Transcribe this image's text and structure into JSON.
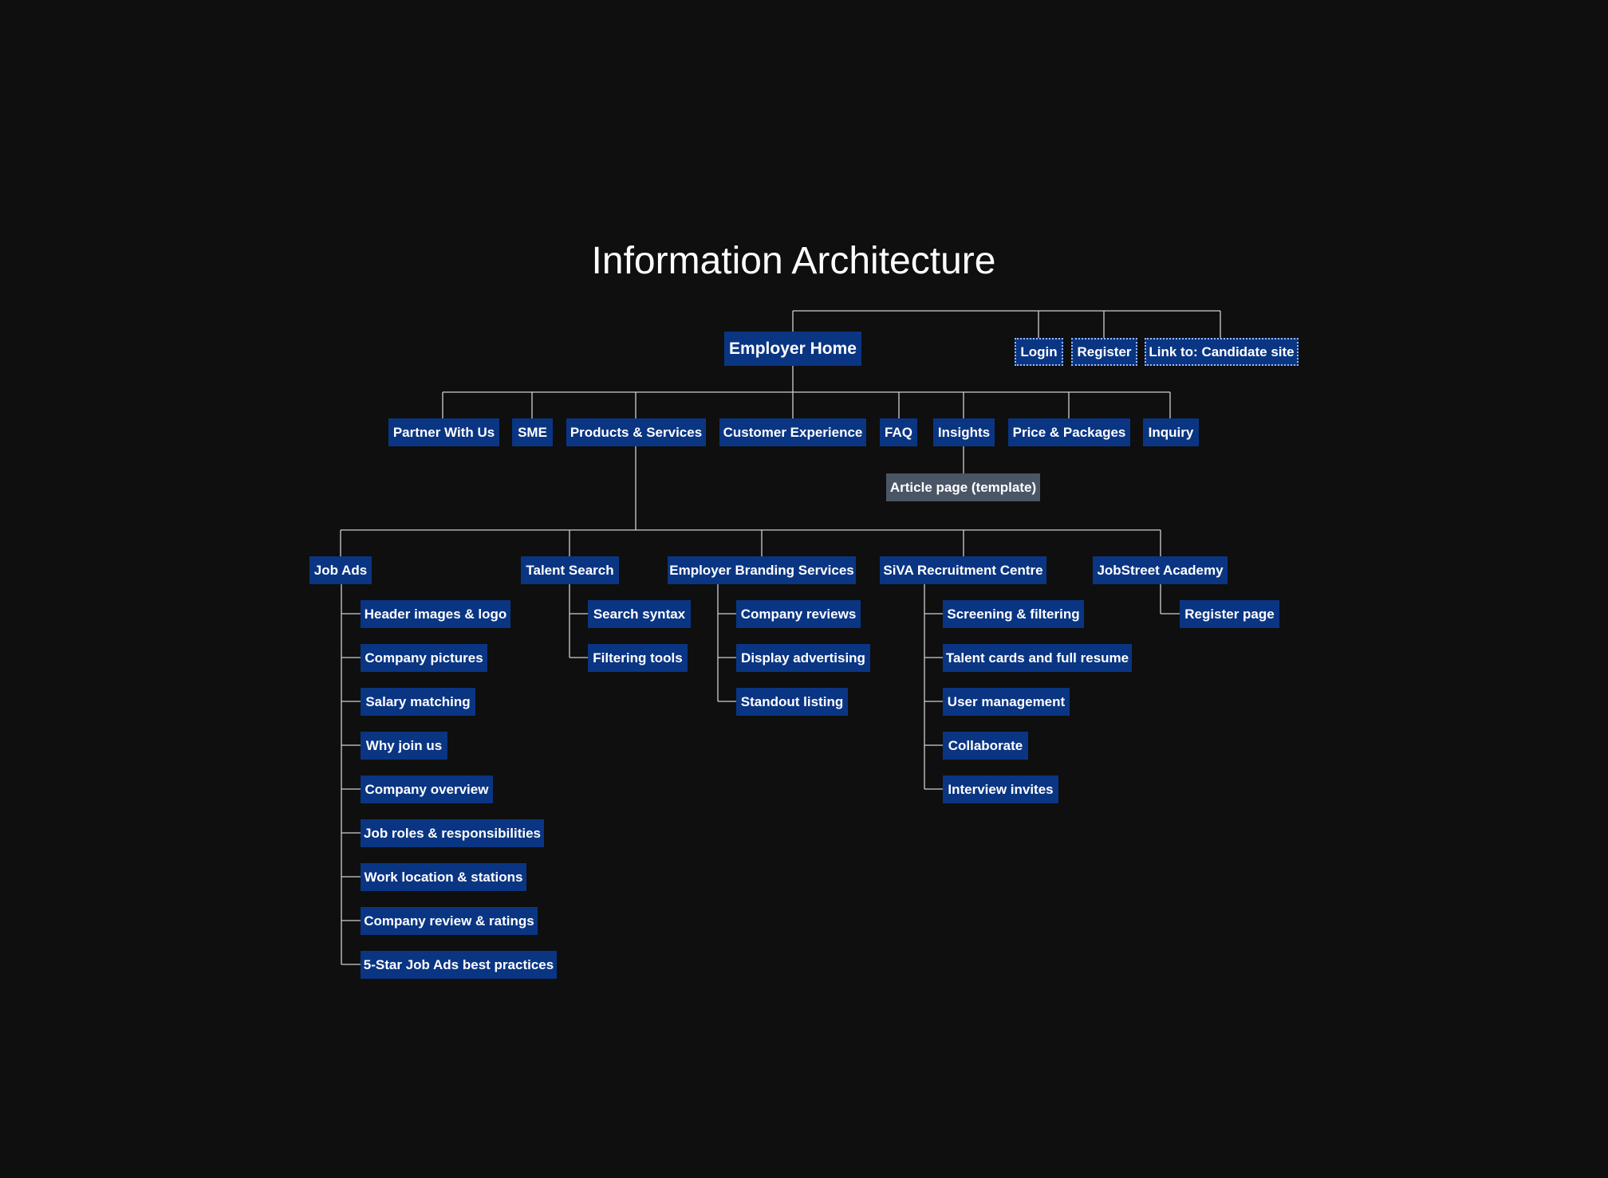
{
  "title": "Information Architecture",
  "colors": {
    "background": "#0f0f0f",
    "node": "#0a3583",
    "template_node": "#4a5566",
    "line": "#cfcfcf"
  },
  "root": {
    "label": "Employer Home"
  },
  "utility": [
    "Login",
    "Register",
    "Link to: Candidate site"
  ],
  "level1": [
    "Partner With Us",
    "SME",
    "Products & Services",
    "Customer Experience",
    "FAQ",
    "Insights",
    "Price & Packages",
    "Inquiry"
  ],
  "insights_child": "Article page (template)",
  "products": [
    {
      "label": "Job Ads",
      "children": [
        "Header images & logo",
        "Company pictures",
        "Salary matching",
        "Why join us",
        "Company overview",
        "Job roles & responsibilities",
        "Work location & stations",
        "Company review & ratings",
        "5-Star Job Ads best practices"
      ]
    },
    {
      "label": "Talent Search",
      "children": [
        "Search syntax",
        "Filtering tools"
      ]
    },
    {
      "label": "Employer Branding Services",
      "children": [
        "Company reviews",
        "Display advertising",
        "Standout listing"
      ]
    },
    {
      "label": "SiVA Recruitment Centre",
      "children": [
        "Screening & filtering",
        "Talent cards and full resume",
        "User management",
        "Collaborate",
        "Interview invites"
      ]
    },
    {
      "label": "JobStreet Academy",
      "children": [
        "Register page"
      ]
    }
  ]
}
